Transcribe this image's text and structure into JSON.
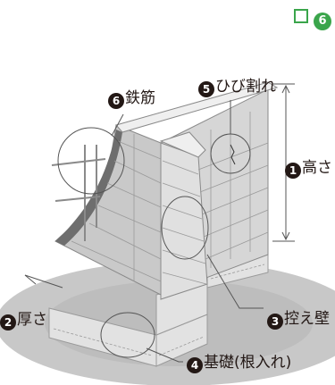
{
  "header": {
    "checkbox_mark": "",
    "number": "6"
  },
  "labels": [
    {
      "id": "crack",
      "num": "5",
      "text": "ひび割れ"
    },
    {
      "id": "rebar",
      "num": "6",
      "text": "鉄筋"
    },
    {
      "id": "height",
      "num": "1",
      "text": "高さ"
    },
    {
      "id": "thickness",
      "num": "2",
      "text": "厚さ"
    },
    {
      "id": "buttress",
      "num": "3",
      "text": "控え壁"
    },
    {
      "id": "foundation",
      "num": "4",
      "text": "基礎(根入れ)"
    }
  ],
  "colors": {
    "accent_green": "#3aa54b",
    "text_dark": "#231815",
    "block_face": "#cfcfcf",
    "block_top": "#e6e6e6",
    "ground": "#cccccc"
  }
}
